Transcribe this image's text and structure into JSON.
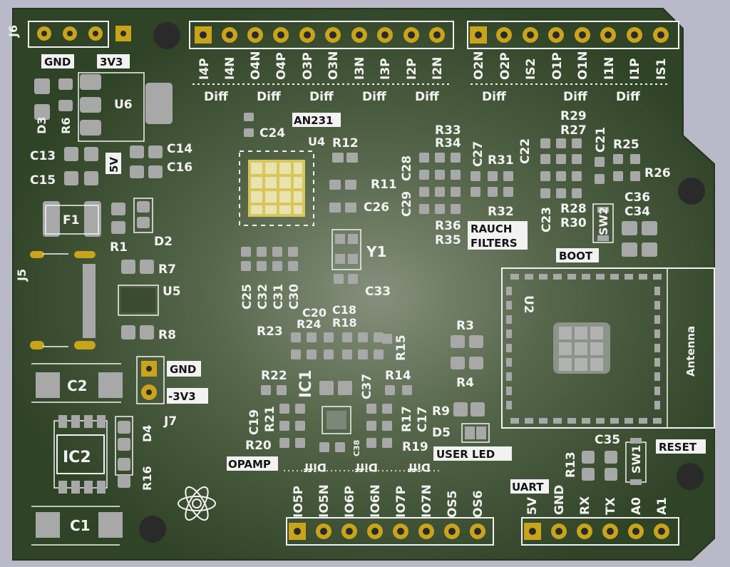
{
  "header_labels": {
    "j6": "J6",
    "gnd_top": "GND",
    "v3_top": "3V3"
  },
  "connector_top_left_labels": [
    "I4P",
    "I4N",
    "O4N",
    "O4P",
    "O3P",
    "O3N",
    "I3N",
    "I3P",
    "I2P",
    "I2N"
  ],
  "connector_top_right_labels": [
    "O2N",
    "O2P",
    "IS2",
    "O1P",
    "O1N",
    "I1N",
    "I1P",
    "IS1"
  ],
  "diff_label": "Diff",
  "bottom_left_labels": [
    "IO5P",
    "IO5N",
    "IO6P",
    "IO6N",
    "IO7P",
    "IO7N",
    "OS5",
    "OS6"
  ],
  "bottom_right_labels": [
    "5V",
    "GND",
    "RX",
    "TX",
    "A0",
    "A1"
  ],
  "components": {
    "u6": "U6",
    "d3": "D3",
    "r6": "R6",
    "c13": "C13",
    "c15": "C15",
    "c14": "C14",
    "c16": "C16",
    "v5": "5V",
    "f1": "F1",
    "r1": "R1",
    "d2": "D2",
    "j5": "J5",
    "r7": "R7",
    "u5": "U5",
    "r8": "R8",
    "c2": "C2",
    "c1": "C1",
    "ic2": "IC2",
    "d4": "D4",
    "r16": "R16",
    "j7": "J7",
    "an231": "AN231",
    "c24": "C24",
    "u4": "U4",
    "r12": "R12",
    "r11": "R11",
    "c26": "C26",
    "y1": "Y1",
    "c33": "C33",
    "c25": "C25",
    "c32": "C32",
    "c31": "C31",
    "c30": "C30",
    "c20": "C20",
    "c18": "C18",
    "r23": "R23",
    "r24": "R24",
    "r18": "R18",
    "r15": "R15",
    "r22": "R22",
    "ic1": "IC1",
    "c37": "C37",
    "r14": "R14",
    "c19": "C19",
    "r21": "R21",
    "r20": "R20",
    "r17": "R17",
    "c17": "C17",
    "r19": "R19",
    "c38": "C38",
    "r33": "R33",
    "r34": "R34",
    "c28": "C28",
    "c29": "C29",
    "c27": "C27",
    "r31": "R31",
    "c22": "C22",
    "r32": "R32",
    "r36": "R36",
    "r35": "R35",
    "r29": "R29",
    "r27": "R27",
    "c21": "C21",
    "r25": "R25",
    "r26": "R26",
    "c23": "C23",
    "r28": "R28",
    "r30": "R30",
    "c36": "C36",
    "c34": "C34",
    "sw2": "SW2",
    "r3": "R3",
    "r4": "R4",
    "r9": "R9",
    "d5": "D5",
    "u2": "U2",
    "antenna": "Antenna",
    "r13": "R13",
    "c35": "C35",
    "sw1": "SW1"
  },
  "boxed_labels": {
    "gnd_mid": "GND",
    "v3_mid": "-3V3",
    "rauch": "RAUCH",
    "filters": "FILTERS",
    "boot": "BOOT",
    "user_led": "USER LED",
    "opamp": "OPAMP",
    "uart": "UART",
    "reset": "RESET"
  },
  "colors": {
    "board": "#33472a",
    "board_light": "#7e8a76",
    "silkscreen": "#f2f2f2",
    "pad": "#a8a8a8",
    "gold": "#c9a41a",
    "background": "#b9b9c9"
  }
}
